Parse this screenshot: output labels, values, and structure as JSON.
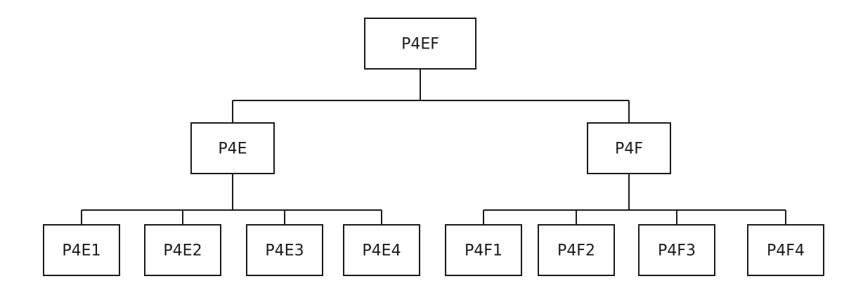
{
  "diagram": {
    "root": {
      "label": "P4EF",
      "children": [
        {
          "label": "P4E",
          "children": [
            {
              "label": "P4E1"
            },
            {
              "label": "P4E2"
            },
            {
              "label": "P4E3"
            },
            {
              "label": "P4E4"
            }
          ]
        },
        {
          "label": "P4F",
          "children": [
            {
              "label": "P4F1"
            },
            {
              "label": "P4F2"
            },
            {
              "label": "P4F3"
            },
            {
              "label": "P4F4"
            }
          ]
        }
      ]
    },
    "colors": {
      "stroke": "#1a1a1a",
      "fill": "#ffffff",
      "text": "#1a1a1a"
    }
  }
}
